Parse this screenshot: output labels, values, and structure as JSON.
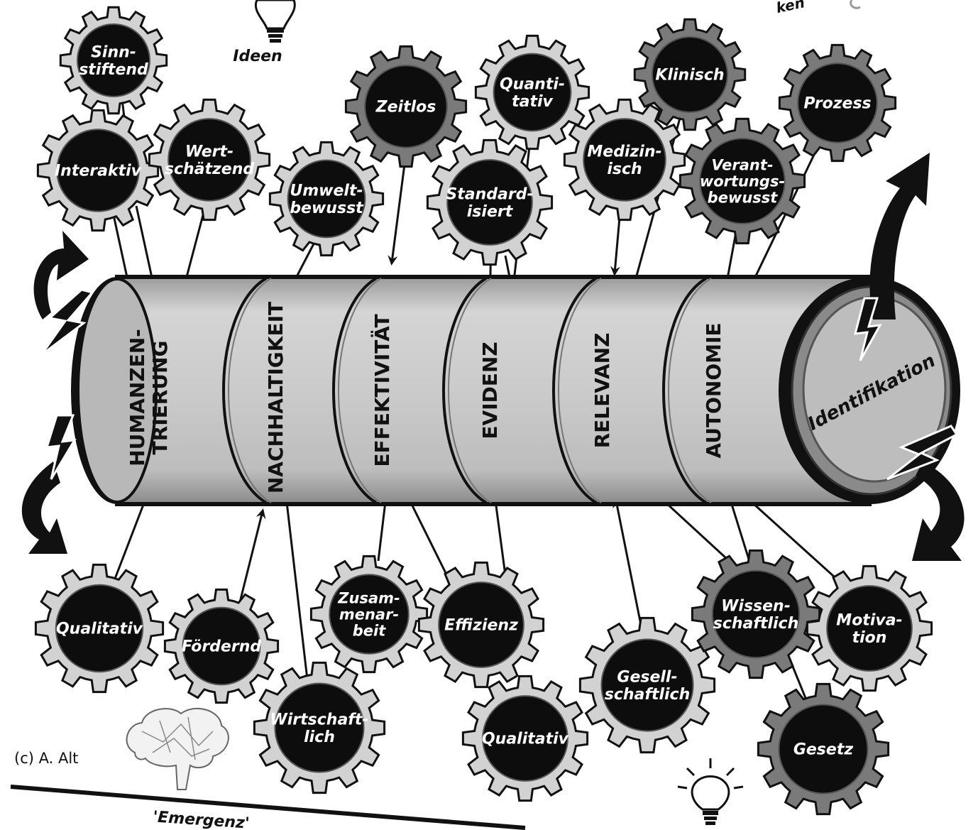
{
  "cylinder": {
    "bands": [
      "HUMANZEN-\nTRIERUNG",
      "NACHHALTIGKEIT",
      "EFFEKTIVITÄT",
      "EVIDENZ",
      "RELEVANZ",
      "AUTONOMIE"
    ],
    "cap_label": "Identifikation"
  },
  "gears": {
    "top": [
      "Sinn-\nstiftend",
      "Interaktiv",
      "Wert-\nschätzend",
      "Umwelt-\nbewusst",
      "Zeitlos",
      "Quanti-\ntativ",
      "Standard-\nisiert",
      "Klinisch",
      "Medizin-\nisch",
      "Verant-\nwortungs-\nbewusst",
      "Prozess"
    ],
    "bottom": [
      "Qualitativ",
      "Fördernd",
      "Wirtschaft-\nlich",
      "Zusam-\nmenar-\nbeit",
      "Effizienz",
      "Qualitativ",
      "Gesell-\nschaftlich",
      "Wissen-\nschaftlich",
      "Motiva-\ntion",
      "Gesetz"
    ]
  },
  "labels": {
    "ideas_top": "Ideen",
    "partial_top_right": "ken",
    "copyright": "(c) A. Alt",
    "emergence": "'Emergenz'"
  },
  "colors": {
    "gear_light": "#d2d2d2",
    "gear_dark": "#7a7a7a",
    "gear_core": "#0d0d0d",
    "cylinder_body": "#c7c7c7",
    "ink": "#111111"
  }
}
